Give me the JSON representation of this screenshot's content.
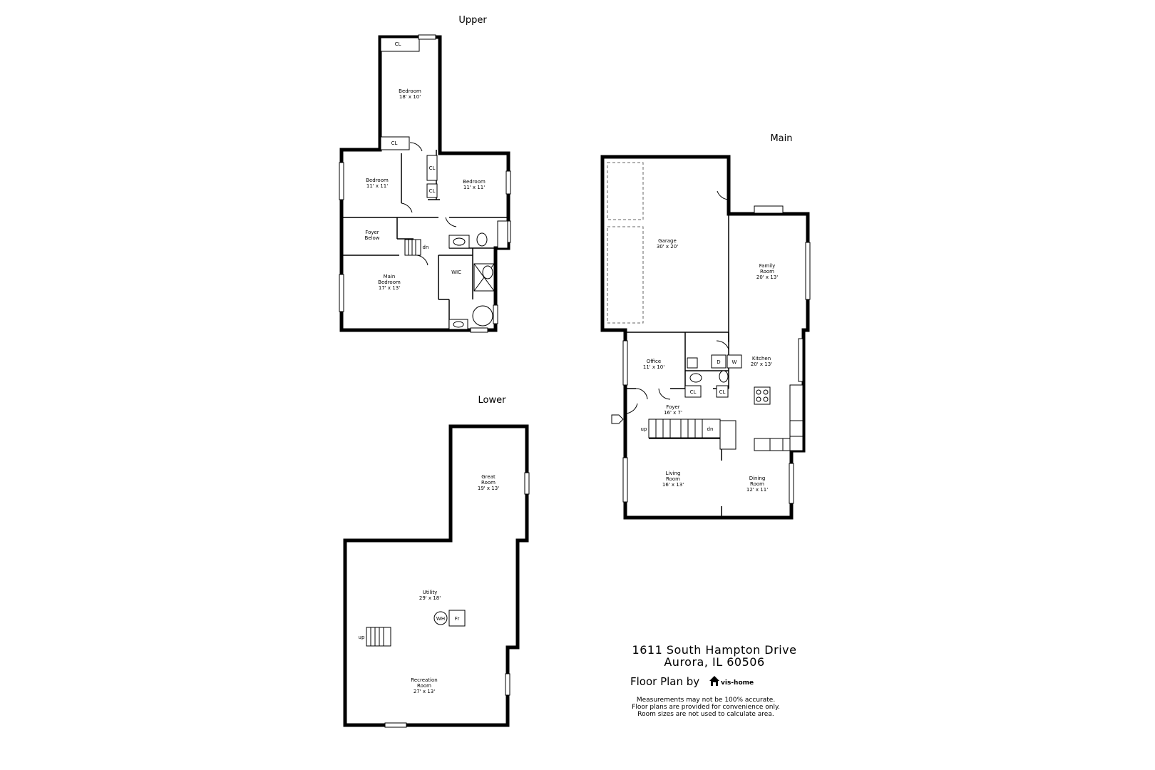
{
  "floors": {
    "upper": {
      "title": "Upper",
      "rooms": {
        "bedroom_top": {
          "name": "Bedroom",
          "dims": "18' x 10'"
        },
        "bedroom_left": {
          "name": "Bedroom",
          "dims": "11' x 11'"
        },
        "bedroom_right": {
          "name": "Bedroom",
          "dims": "11' x 11'"
        },
        "foyer_below": {
          "name1": "Foyer",
          "name2": "Below"
        },
        "main_bedroom": {
          "name1": "Main",
          "name2": "Bedroom",
          "dims": "17' x 13'"
        },
        "wic": {
          "name": "WIC"
        }
      },
      "closet_label": "CL",
      "stair_label": "dn"
    },
    "main": {
      "title": "Main",
      "rooms": {
        "garage": {
          "name": "Garage",
          "dims": "30' x 20'"
        },
        "family_room": {
          "name1": "Family",
          "name2": "Room",
          "dims": "20' x 13'"
        },
        "office": {
          "name": "Office",
          "dims": "11' x 10'"
        },
        "kitchen": {
          "name": "Kitchen",
          "dims": "20' x 13'"
        },
        "foyer": {
          "name": "Foyer",
          "dims": "16' x 7'"
        },
        "living_room": {
          "name1": "Living",
          "name2": "Room",
          "dims": "16' x 13'"
        },
        "dining_room": {
          "name1": "Dining",
          "name2": "Room",
          "dims": "12' x 11'"
        }
      },
      "closet_label": "CL",
      "dryer_label": "D",
      "washer_label": "W",
      "stair_up": "up",
      "stair_dn": "dn"
    },
    "lower": {
      "title": "Lower",
      "rooms": {
        "great_room": {
          "name1": "Great",
          "name2": "Room",
          "dims": "19' x 13'"
        },
        "utility": {
          "name": "Utility",
          "dims": "29' x 18'"
        },
        "recreation": {
          "name1": "Recreation",
          "name2": "Room",
          "dims": "27' x 13'"
        }
      },
      "water_heater_label": "WH",
      "furnace_label": "Fr",
      "stair_up": "up"
    }
  },
  "footer": {
    "address_line1": "1611 South Hampton Drive",
    "address_line2": "Aurora, IL 60506",
    "floor_plan_by": "Floor Plan by",
    "brand": "vis-home",
    "disclaimer": [
      "Measurements may not be 100% accurate.",
      "Floor plans are provided for convenience only.",
      "Room sizes are not used to calculate area."
    ]
  }
}
